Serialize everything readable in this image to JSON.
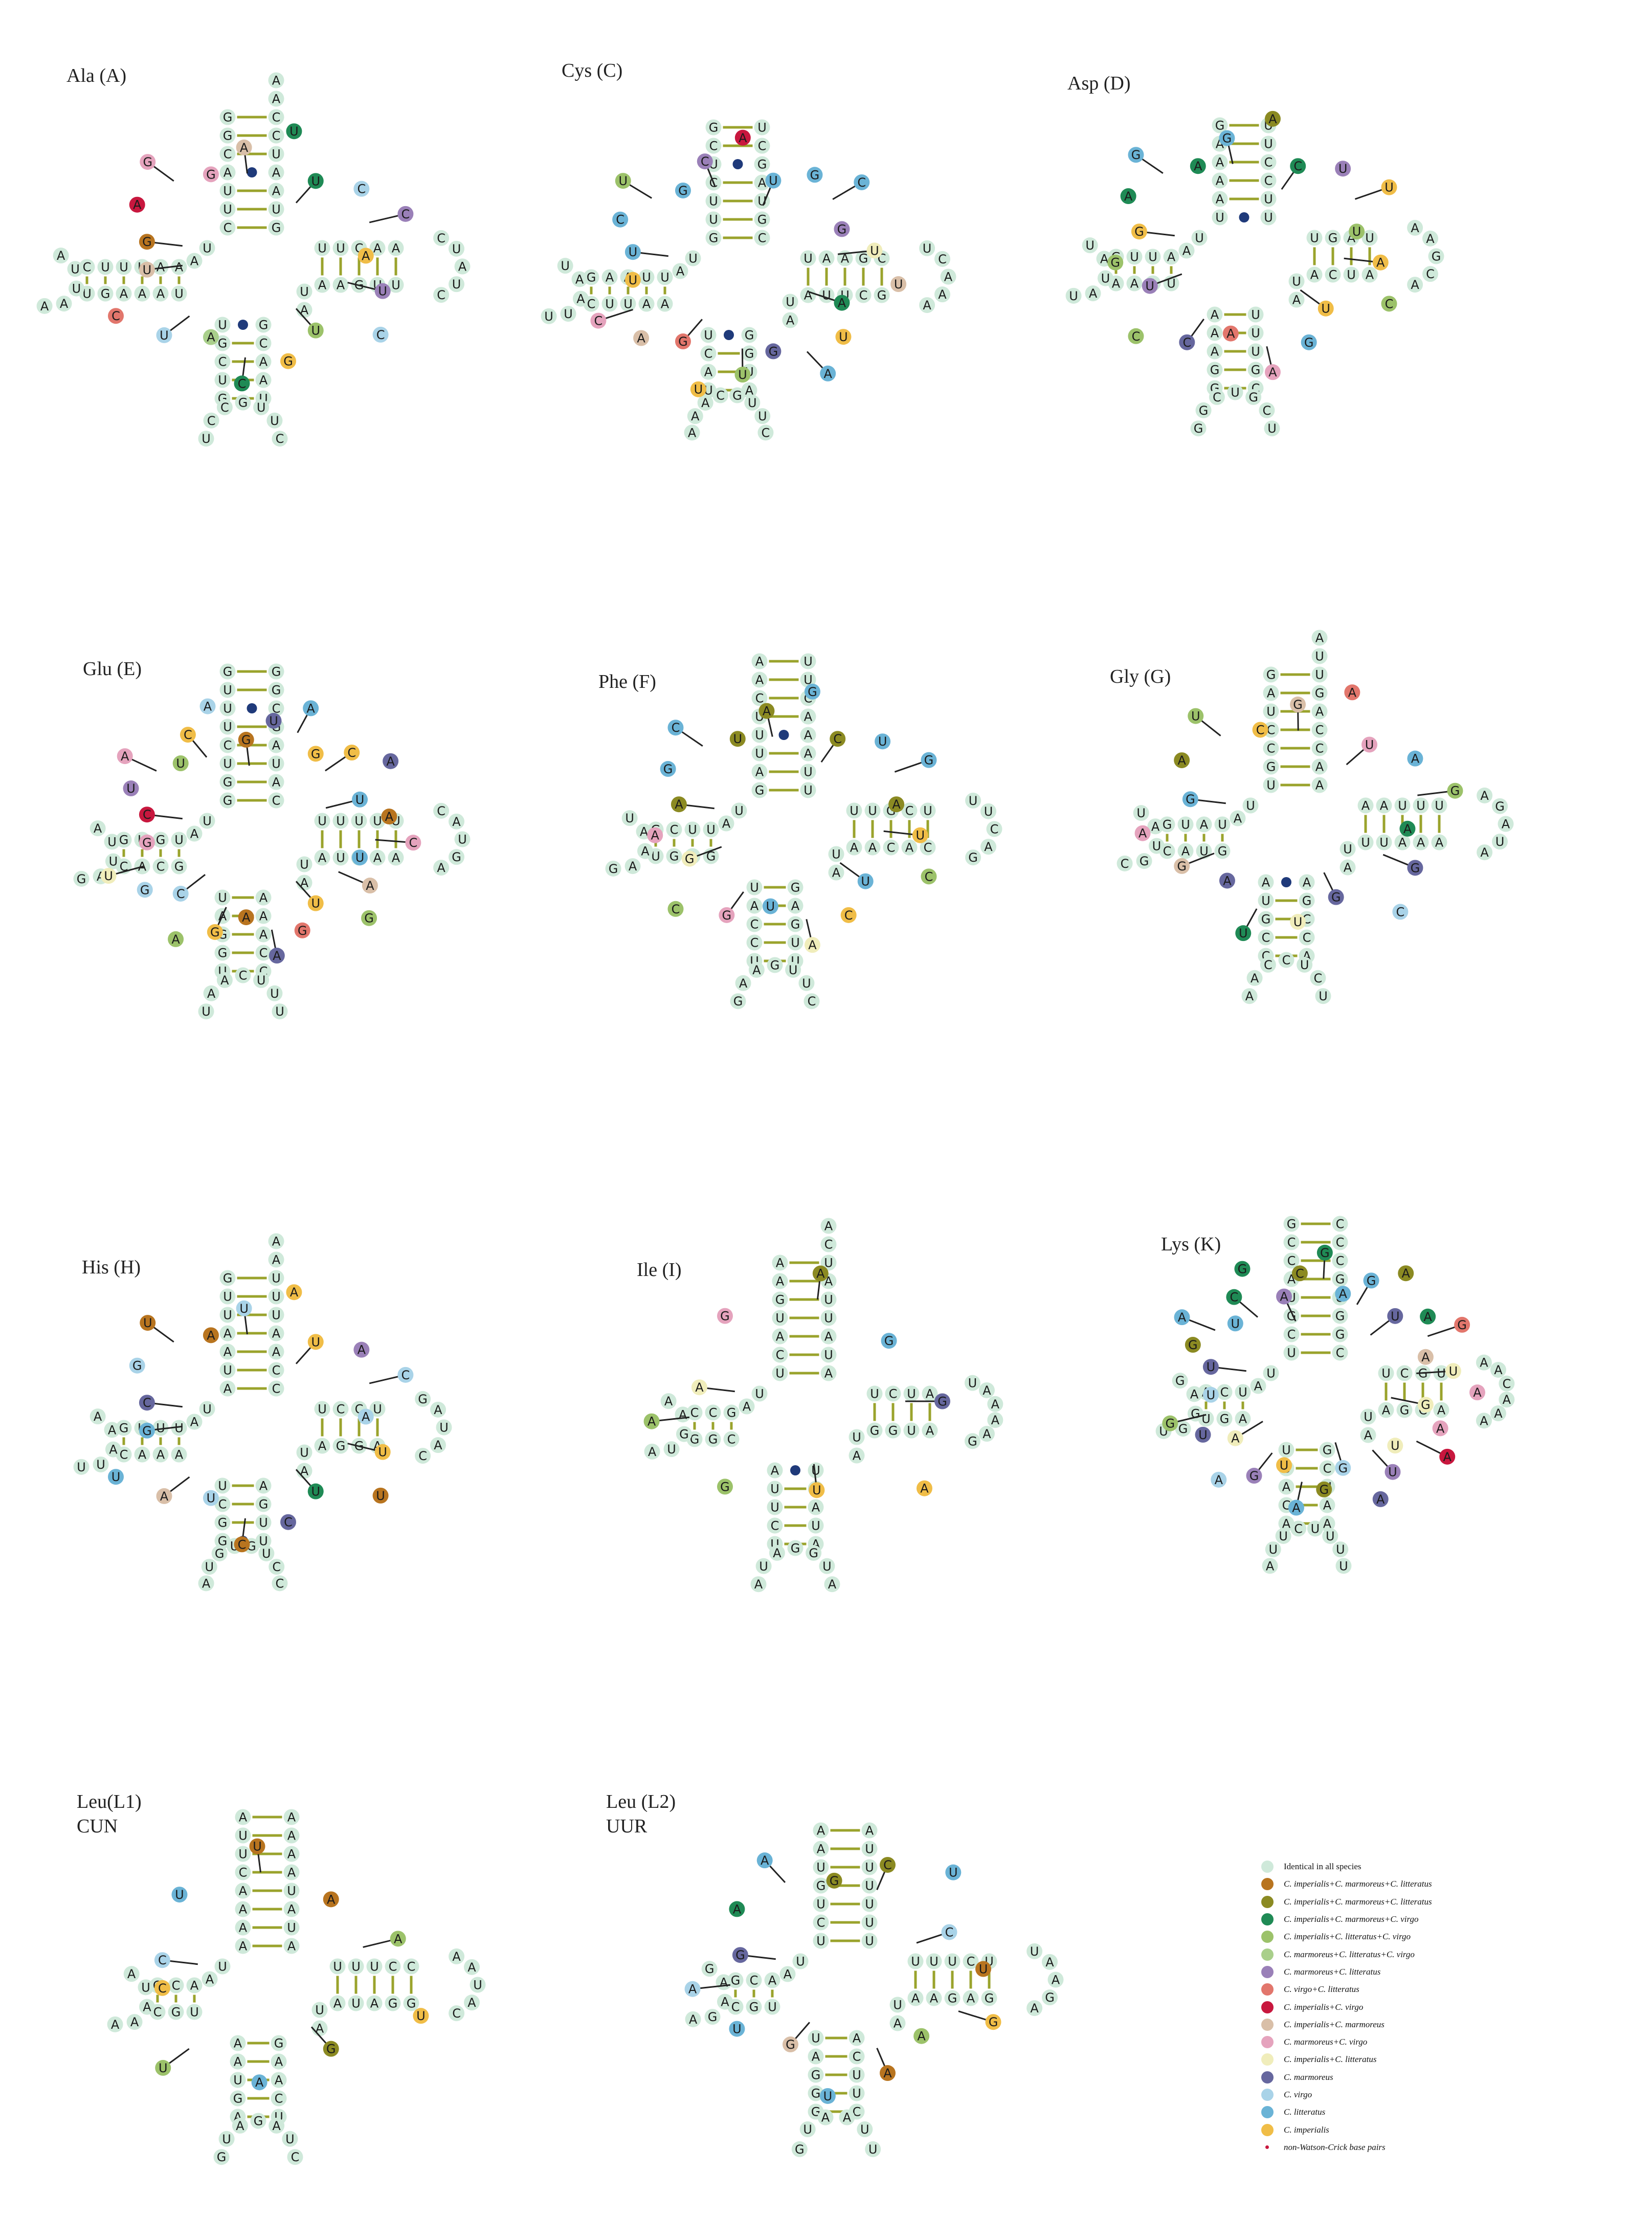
{
  "colors": {
    "ident": "#cfe9da",
    "impmarlit": "#b8741f",
    "impmar_lit": "#8b8a22",
    "impmarvir": "#1f8a55",
    "implitvir": "#9cc26a",
    "marlitvir": "#a9cf8b",
    "marlit": "#9a80b8",
    "virlit": "#e2766c",
    "impvir": "#c8173e",
    "impmar": "#d9bfa8",
    "marvir": "#e5a3bd",
    "implit": "#f0edbb",
    "mar": "#66679e",
    "vir": "#a9d3e8",
    "lit": "#6ab3d6",
    "imp": "#f0bd47",
    "nwc": "#1f3a7a",
    "stem_line": "#9aa32c",
    "link_line": "#222222"
  },
  "legend": [
    {
      "key": "ident",
      "label": "Identical in all species"
    },
    {
      "key": "impmarlit",
      "label": "C. imperialis+C. marmoreus+C. litteratus"
    },
    {
      "key": "impmar_lit",
      "label": "C. imperialis+C. marmoreus+C. litteratus"
    },
    {
      "key": "impmarvir",
      "label": "C. imperialis+C. marmoreus+C. virgo"
    },
    {
      "key": "implitvir",
      "label": "C. imperialis+C. litteratus+C. virgo"
    },
    {
      "key": "marlitvir",
      "label": "C. marmoreus+C. litteratus+C. virgo"
    },
    {
      "key": "marlit",
      "label": "C. marmoreus+C. litteratus"
    },
    {
      "key": "virlit",
      "label": "C. virgo+C. litteratus"
    },
    {
      "key": "impvir",
      "label": "C. imperialis+C. virgo"
    },
    {
      "key": "impmar",
      "label": "C. imperialis+C. marmoreus"
    },
    {
      "key": "marvir",
      "label": "C. marmoreus+C. virgo"
    },
    {
      "key": "implit",
      "label": "C. imperialis+C. litteratus"
    },
    {
      "key": "mar",
      "label": "C. marmoreus"
    },
    {
      "key": "vir",
      "label": "C. virgo"
    },
    {
      "key": "lit",
      "label": "C. litteratus"
    },
    {
      "key": "imp",
      "label": "C. imperialis"
    },
    {
      "key": "nwc",
      "label": "non-Watson-Crick base pairs"
    }
  ],
  "panels": [
    {
      "label": "Ala (A)",
      "acc": {
        "l": "GGCAUUC",
        "r": "GUAAUCCA",
        "nwc": [
          3
        ]
      },
      "arm5": {
        "stem_top": "AAUUUC",
        "stem_bot": "UAAAGU",
        "loop": "AAUUA"
      },
      "arm3": {
        "stem_top": "UUCAA",
        "stem_bot": "AAGUU",
        "loop": "CUAUC"
      },
      "ac": {
        "stem_l": "UGCUG",
        "stem_r": "GCAAU",
        "loop": "CUUGCCU",
        "nwc": [
          0
        ]
      },
      "extras": [
        "G:impmarlit",
        "A:impvir",
        "G:marvir",
        "G:marvir",
        "A:impmar",
        "U:impmarvir",
        "U:impmarvir",
        "C:vir",
        "C:marlit",
        "A:imp",
        "U:marlit",
        "C:vir",
        "U:implitvir",
        "G:imp",
        "C:impmarvir",
        "A:marlitvir",
        "U:vir",
        "C:virlit",
        "U:impmar"
      ]
    },
    {
      "label": "Cys (C)",
      "acc": {
        "l": "GCUCUUG",
        "r": "CGUAGCU",
        "nwc": [
          4
        ]
      },
      "arm5": {
        "stem_top": "UUAAG",
        "stem_bot": "AAUUC",
        "loop": "UUAAU"
      },
      "arm3": {
        "stem_top": "UAAGC",
        "stem_bot": "AUUCG",
        "loop": "UCAAA"
      },
      "ac": {
        "stem_l": "UCAU",
        "stem_r": "GGUA",
        "loop": "CUUGCAAA",
        "nwc": [
          0
        ]
      },
      "extras": [
        "U:lit",
        "C:lit",
        "U:implitvir",
        "G:lit",
        "C:marlit",
        "A:impvir",
        "U:lit",
        "G:lit",
        "C:lit",
        "G:marlit",
        "U:implit",
        "U:impmar",
        "A:impmarvir",
        "U:imp",
        "A:lit",
        "G:mar",
        "U:implitvir",
        "U:imp",
        "G:virlit",
        "A:impmar",
        "C:marvir",
        "U:imp"
      ]
    },
    {
      "label": "Asp (D)",
      "acc": {
        "l": "GAAAAU",
        "r": "UUCCUU",
        "nwc": [
          0
        ]
      },
      "arm5": {
        "stem_top": "AUUG",
        "stem_bot": "UAAA",
        "loop": "UAUAU"
      },
      "arm3": {
        "stem_top": "UGAU",
        "stem_bot": "ACUA",
        "loop": "AAGCA"
      },
      "ac": {
        "stem_l": "AAAGG",
        "stem_r": "UUUGC",
        "loop": "UCGUCGG",
        "nwc": []
      },
      "extras": [
        "G:imp",
        "A:impmarvir",
        "G:lit",
        "A:impmarvir",
        "G:lit",
        "A:impmar_lit",
        "C:impmarvir",
        "U:marlit",
        "U:imp",
        "U:implitvir",
        "A:imp",
        "C:implitvir",
        "U:imp",
        "G:lit",
        "A:marvir",
        "A:virlit",
        "C:mar",
        "C:implitvir",
        "U:marlit",
        "G:implitvir"
      ]
    },
    {
      "label": "Glu (E)",
      "acc": {
        "l": "GUUUCUGG",
        "r": "CAUAGCGG",
        "nwc": [
          5
        ]
      },
      "arm5": {
        "stem_top": "UGUG",
        "stem_bot": "GCAC",
        "loop": "GAUUA"
      },
      "arm3": {
        "stem_top": "UUUUU",
        "stem_bot": "AUAAA",
        "loop": "CAUGA"
      },
      "ac": {
        "stem_l": "UAGGU",
        "stem_r": "AAACC",
        "loop": "UUUCAAU",
        "nwc": []
      },
      "extras": [
        "C:impvir",
        "U:marlit",
        "A:marvir",
        "U:implitvir",
        "C:imp",
        "A:vir",
        "G:impmarlit",
        "U:mar",
        "A:lit",
        "G:imp",
        "C:imp",
        "A:mar",
        "U:lit",
        "A:impmarlit",
        "C:marvir",
        "U:lit",
        "A:impmar",
        "G:implitvir",
        "U:imp",
        "G:virlit",
        "A:mar",
        "A:impmarlit",
        "G:imp",
        "A:implitvir",
        "C:vir",
        "G:vir",
        "U:implit",
        "G:marvir"
      ]
    },
    {
      "label": "Phe (F)",
      "acc": {
        "l": "AACUUUAG",
        "r": "UUAAACUU",
        "nwc": [
          3
        ]
      },
      "arm5": {
        "stem_top": "UUCG",
        "stem_bot": "GAGU",
        "loop": "GAAAU"
      },
      "arm3": {
        "stem_top": "UUGCU",
        "stem_bot": "AACAC",
        "loop": "UUCAG"
      },
      "ac": {
        "stem_l": "UACCU",
        "stem_r": "GAGUU",
        "loop": "CUUGAAG",
        "nwc": []
      },
      "extras": [
        "A:impmar_lit",
        "G:lit",
        "C:lit",
        "U:impmar_lit",
        "A:impmar_lit",
        "G:lit",
        "C:impmar_lit",
        "U:lit",
        "G:lit",
        "A:impmar_lit",
        "U:imp",
        "C:implitvir",
        "U:lit",
        "C:imp",
        "A:implit",
        "U:lit",
        "G:marvir",
        "C:implitvir",
        "G:implit",
        "A:marvir"
      ]
    },
    {
      "label": "Gly (G)",
      "acc": {
        "l": "GAUCCGU",
        "r": "AACCAGUU",
        "nwc": []
      },
      "arm5": {
        "stem_top": "UAUG",
        "stem_bot": "GUAC",
        "loop": "CGUAU"
      },
      "arm3": {
        "stem_top": "AAUUU",
        "stem_bot": "UUAAA",
        "loop": "AGAUA"
      },
      "ac": {
        "stem_l": "AUGCC",
        "stem_r": "AGCCA",
        "loop": "UCUCCAA",
        "nwc": [
          0
        ]
      },
      "extras": [
        "G:lit",
        "A:impmar_lit",
        "U:implitvir",
        "C:imp",
        "G:impmar",
        "A:virlit",
        "U:marvir",
        "A:lit",
        "G:implitvir",
        "A:impmarvir",
        "G:mar",
        "C:vir",
        "G:mar",
        "U:implit",
        "U:impmarvir",
        "A:mar",
        "G:impmar",
        "A:marvir"
      ]
    },
    {
      "label": "His (H)",
      "acc": {
        "l": "GUUAAUA",
        "r": "CCAAUUUA",
        "nwc": []
      },
      "arm5": {
        "stem_top": "UUUG",
        "stem_bot": "AAAC",
        "loop": "UUAAA"
      },
      "arm3": {
        "stem_top": "UCCU",
        "stem_bot": "AGGA",
        "loop": "GAUAC"
      },
      "ac": {
        "stem_l": "UCGG",
        "stem_r": "AGUU",
        "loop": "CCUGUGUA",
        "nwc": [
          3
        ]
      },
      "extras": [
        "C:mar",
        "G:vir",
        "U:impmarlit",
        "A:impmarlit",
        "U:vir",
        "A:imp",
        "U:imp",
        "A:marlit",
        "C:vir",
        "A:vir",
        "U:imp",
        "U:impmarlit",
        "U:impmarvir",
        "C:mar",
        "C:impmarlit",
        "U:vir",
        "A:impmar",
        "U:lit",
        "G:lit"
      ]
    },
    {
      "label": "Ile (I)",
      "acc": {
        "l": "AAGUACU",
        "r": "AUAUUAUC",
        "nwc": []
      },
      "arm5": {
        "stem_top": "GCC",
        "stem_bot": "CGG",
        "loop": "AUGAA"
      },
      "arm3": {
        "stem_top": "UCUA",
        "stem_bot": "GGUA",
        "loop": "UAAAAG"
      },
      "ac": {
        "stem_l": "AUUCU",
        "stem_r": "UAAUA",
        "loop": "AUGGAUA",
        "nwc": [
          0
        ]
      },
      "extras": [
        "A:implit",
        "G:marvir",
        "A:impmar_lit",
        "G:lit",
        "G:mar",
        "A:imp",
        "U:imp",
        "G:implitvir",
        "A:implitvir"
      ]
    },
    {
      "label": "Lys (K)",
      "acc": {
        "l": "GCCAUGCU",
        "r": "CGGUGCCC",
        "nwc": []
      },
      "arm5": {
        "stem_top": "UCA",
        "stem_bot": "AGU",
        "loop": "UGGAG"
      },
      "arm3": {
        "stem_top": "UCGU",
        "stem_bot": "AGCA",
        "loop": "AACAAA"
      },
      "ac": {
        "stem_l": "UUACA",
        "stem_r": "GCUAA",
        "loop": "UUUUCUUA",
        "nwc": []
      },
      "extras": [
        "U:mar",
        "G:impmar_lit",
        "A:lit",
        "U:lit",
        "C:impmarvir",
        "G:impmarvir",
        "A:marlit",
        "C:impmar_lit",
        "G:impmarvir",
        "A:lit",
        "G:lit",
        "A:impmar_lit",
        "U:mar",
        "A:impmarvir",
        "G:virlit",
        "A:impmar",
        "U:implit",
        "A:marvir",
        "G:implit",
        "A:marvir",
        "A:impvir",
        "U:implit",
        "U:marlit",
        "A:mar",
        "G:vir",
        "G:impmar_lit",
        "A:lit",
        "U:imp",
        "G:marlit",
        "A:vir",
        "A:implit",
        "U:mar",
        "G:implitvir",
        "U:vir"
      ]
    },
    {
      "label": "Leu(L1)\nCUN",
      "acc": {
        "l": "AUUCAAAA",
        "r": "AUAUAAAA",
        "nwc": []
      },
      "arm5": {
        "stem_top": "ACG",
        "stem_bot": "UGC",
        "loop": "AAAUA"
      },
      "arm3": {
        "stem_top": "UUUCC",
        "stem_bot": "AUAGG",
        "loop": "AAUAC"
      },
      "ac": {
        "stem_l": "AAUGA",
        "stem_r": "GAACU",
        "loop": "CUAGAUG",
        "nwc": []
      },
      "extras": [
        "C:vir",
        "U:lit",
        "U:impmarlit",
        "A:impmarlit",
        "A:implitvir",
        "U:imp",
        "G:impmar_lit",
        "A:lit",
        "U:implitvir",
        "C:imp"
      ]
    },
    {
      "label": "Leu (L2)\nUUR",
      "acc": {
        "l": "AAUGUCU",
        "r": "UUUUUUA",
        "nwc": []
      },
      "arm5": {
        "stem_top": "ACG",
        "stem_bot": "UGC",
        "loop": "AGAAG"
      },
      "arm3": {
        "stem_top": "UUUCU",
        "stem_bot": "AAGAG",
        "loop": "UAAGA"
      },
      "ac": {
        "stem_l": "UAGGG",
        "stem_r": "ACUUC",
        "loop": "UUAAUG",
        "nwc": []
      },
      "extras": [
        "G:mar",
        "A:impmarvir",
        "A:lit",
        "G:impmar_lit",
        "C:impmar_lit",
        "U:lit",
        "C:vir",
        "U:impmarlit",
        "G:imp",
        "A:implitvir",
        "A:impmarlit",
        "U:lit",
        "G:impmar",
        "U:lit",
        "A:vir"
      ]
    }
  ]
}
